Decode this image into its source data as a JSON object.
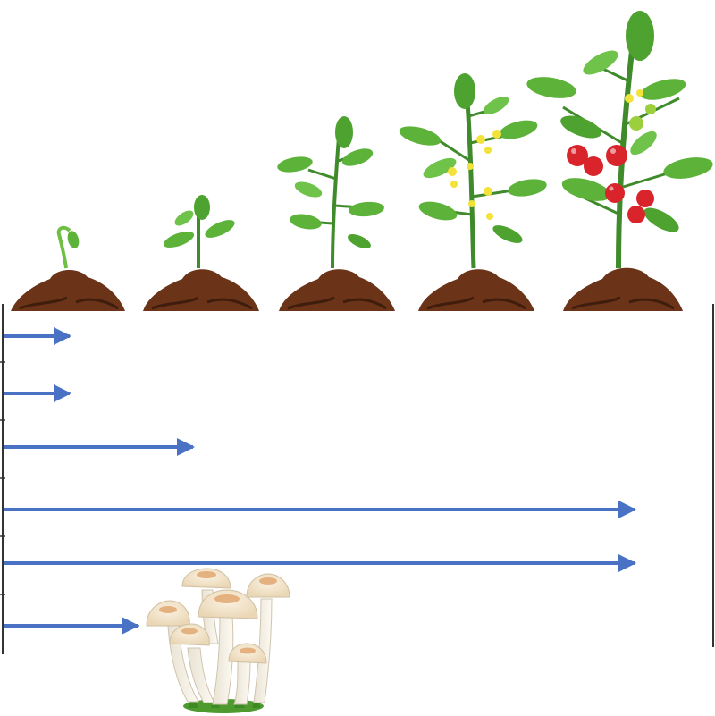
{
  "diagram": {
    "stages": [
      {
        "name": "sprout-stage"
      },
      {
        "name": "seedling-stage"
      },
      {
        "name": "young-plant-stage"
      },
      {
        "name": "flowering-stage"
      },
      {
        "name": "fruiting-stage"
      }
    ],
    "arrows": [
      {
        "reach_stage": 1
      },
      {
        "reach_stage": 1
      },
      {
        "reach_stage": 2
      },
      {
        "reach_stage": 5
      },
      {
        "reach_stage": 5
      },
      {
        "reach_stage": "mushroom"
      }
    ],
    "colors": {
      "arrow": "#4a72c4",
      "soil": "#6b3318",
      "soil_dark": "#3f1d0d",
      "leaf": "#5db33a",
      "leaf_dark": "#2f7d22",
      "flower": "#f2e23a",
      "tomato": "#d8242a",
      "green_tomato": "#9ccf3c",
      "mushroom_cap": "#f3e6cf",
      "mushroom_spot": "#e0a36a",
      "grass": "#4e9a2e"
    }
  }
}
